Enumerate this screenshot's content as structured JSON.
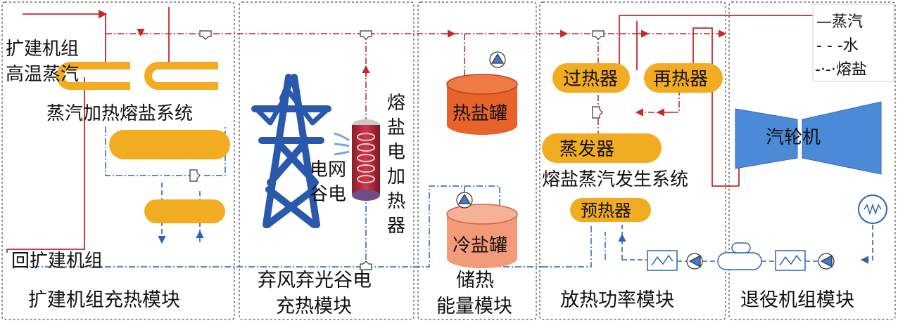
{
  "labels": {
    "ext_unit_line1": "扩建机组",
    "ext_unit_line2": "高温蒸汽",
    "steam_heating_system": "蒸汽加热熔盐系统",
    "return_unit": "回扩建机组",
    "module_ext_charge": "扩建机组充热模块",
    "grid_valley_line1": "电网",
    "grid_valley_line2": "谷电",
    "heater_vertical": [
      "熔",
      "盐",
      "电",
      "加",
      "热",
      "器"
    ],
    "module_curtail_line1": "弃风弃光谷电",
    "module_curtail_line2": "充热模块",
    "hot_tank": "热盐罐",
    "cold_tank": "冷盐罐",
    "module_storage_line1": "储热",
    "module_storage_line2": "能量模块",
    "superheater": "过热器",
    "reheater": "再热器",
    "evaporator": "蒸发器",
    "steam_gen_system": "熔盐蒸汽发生系统",
    "preheater": "预热器",
    "module_discharge": "放热功率模块",
    "turbine": "汽轮机",
    "module_retired": "退役机组模块"
  },
  "legend": {
    "steam": "—蒸汽",
    "water": "- - -水",
    "salt": "-·-·熔盐"
  },
  "colors": {
    "steam_line": "#c62828",
    "salt_line": "#c62828",
    "water_line": "#2f62b5",
    "exchanger": "#f2ac22",
    "hot_tank": "#e8622c",
    "cold_tank": "#f39b78",
    "turbine": "#4a8ad6",
    "tower": "#2a58ad",
    "module_border": "#555555"
  }
}
